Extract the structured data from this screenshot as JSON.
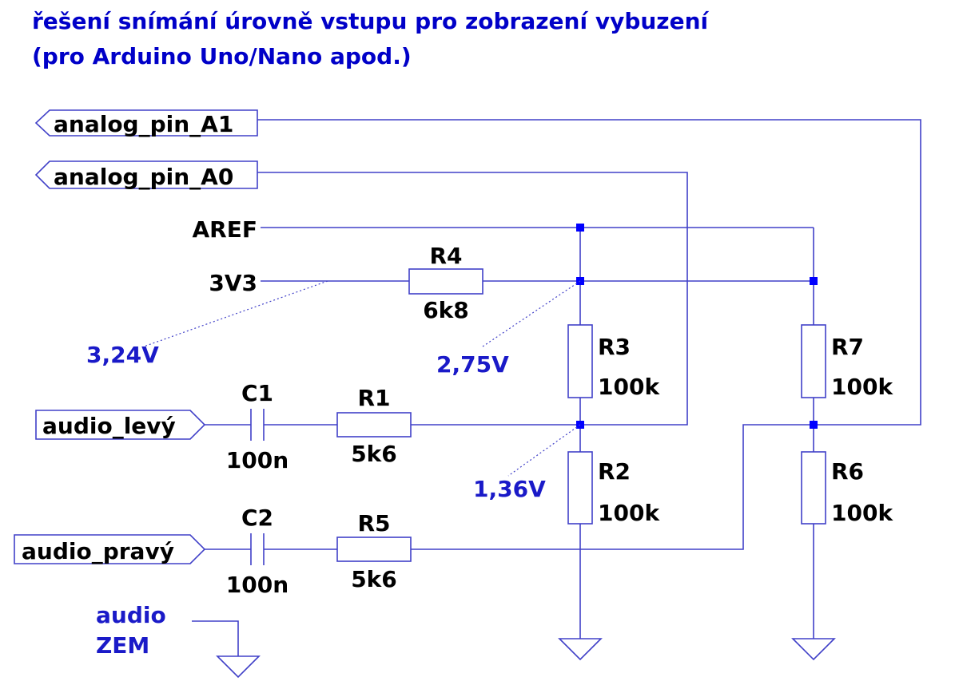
{
  "title": {
    "line1": "řešení snímání úrovně vstupu pro zobrazení vybuzení",
    "line2": "(pro Arduino Uno/Nano apod.)"
  },
  "ports": {
    "a1": "analog_pin_A1",
    "a0": "analog_pin_A0",
    "left": "audio_levý",
    "right": "audio_pravý"
  },
  "nets": {
    "aref": "AREF",
    "v33": "3V3",
    "gnd_line1": "audio",
    "gnd_line2": "ZEM"
  },
  "components": {
    "r4": {
      "name": "R4",
      "value": "6k8"
    },
    "r3": {
      "name": "R3",
      "value": "100k"
    },
    "r2": {
      "name": "R2",
      "value": "100k"
    },
    "r7": {
      "name": "R7",
      "value": "100k"
    },
    "r6": {
      "name": "R6",
      "value": "100k"
    },
    "r1": {
      "name": "R1",
      "value": "5k6"
    },
    "r5": {
      "name": "R5",
      "value": "5k6"
    },
    "c1": {
      "name": "C1",
      "value": "100n"
    },
    "c2": {
      "name": "C2",
      "value": "100n"
    }
  },
  "voltages": {
    "v_in": "3,24V",
    "v_node": "2,75V",
    "v_mid": "1,36V"
  },
  "colors": {
    "wire": "#4040c8",
    "junction": "#0000ff",
    "annotation": "#1a1ac8",
    "title": "#0000c8"
  }
}
